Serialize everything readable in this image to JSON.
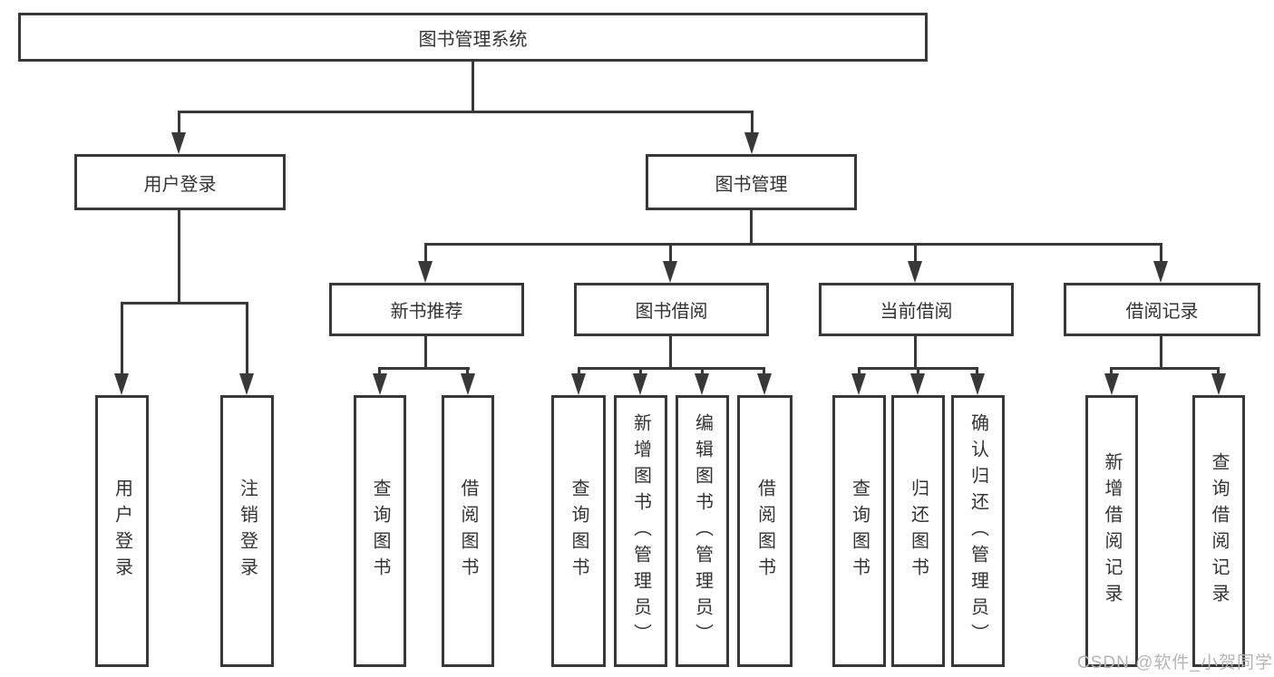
{
  "diagram": {
    "title": "图书管理系统",
    "type": "hierarchy-tree",
    "tree": {
      "label": "图书管理系统",
      "children": [
        {
          "label": "用户登录",
          "children": [
            {
              "label": "用户登录"
            },
            {
              "label": "注销登录"
            }
          ]
        },
        {
          "label": "图书管理",
          "children": [
            {
              "label": "新书推荐",
              "children": [
                {
                  "label": "查询图书"
                },
                {
                  "label": "借阅图书"
                }
              ]
            },
            {
              "label": "图书借阅",
              "children": [
                {
                  "label": "查询图书"
                },
                {
                  "label": "新增图书（管理员）"
                },
                {
                  "label": "编辑图书（管理员）"
                },
                {
                  "label": "借阅图书"
                }
              ]
            },
            {
              "label": "当前借阅",
              "children": [
                {
                  "label": "查询图书"
                },
                {
                  "label": "归还图书"
                },
                {
                  "label": "确认归还（管理员）"
                }
              ]
            },
            {
              "label": "借阅记录",
              "children": [
                {
                  "label": "新增借阅记录"
                },
                {
                  "label": "查询借阅记录"
                }
              ]
            }
          ]
        }
      ]
    }
  },
  "watermark": {
    "text": "CSDN @软件_小贺同学"
  },
  "colors": {
    "line": "#383838",
    "box_border": "#383838",
    "box_background": "#ffffff",
    "text": "#333333",
    "watermark": "#b5b5b5",
    "page_background": "#ffffff"
  }
}
